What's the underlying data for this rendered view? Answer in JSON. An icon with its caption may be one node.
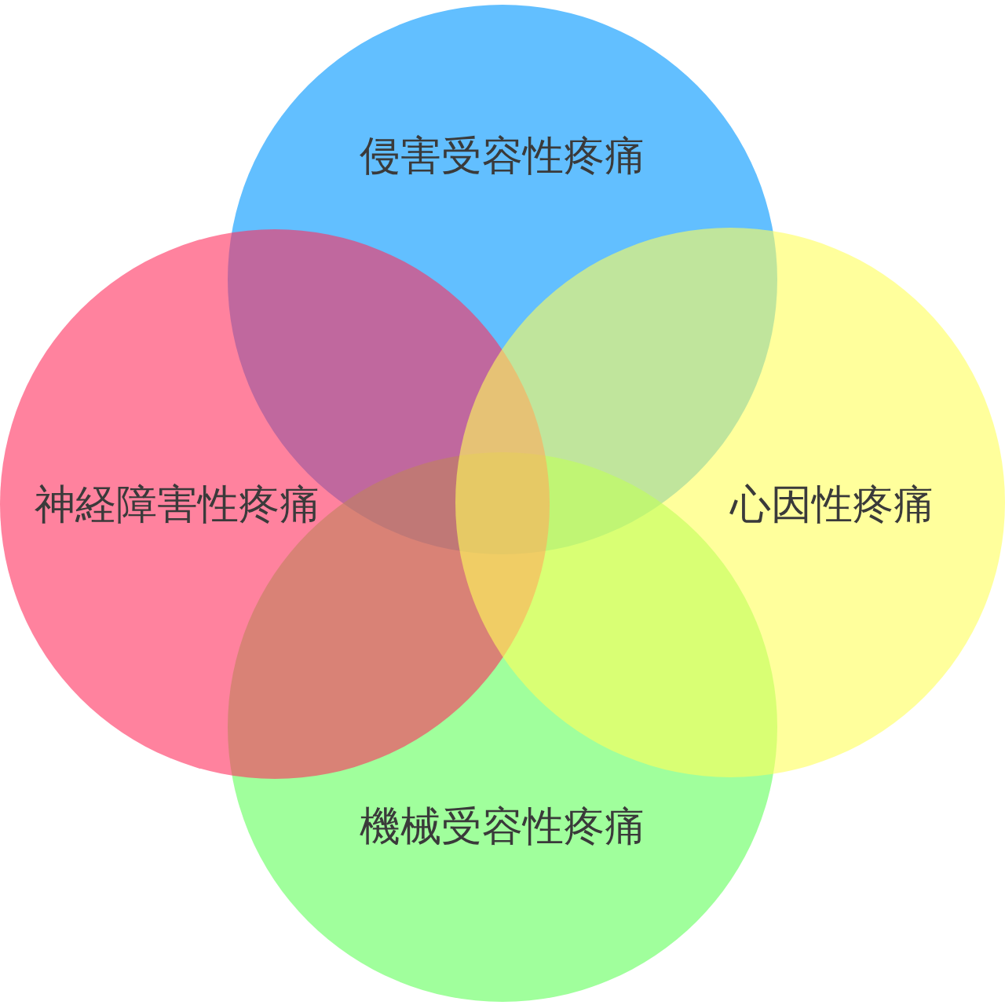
{
  "diagram": {
    "nodes": [
      {
        "text": [
          "侵害受容性疼痛"
        ]
      },
      {
        "text": [
          "神経障害性疼痛"
        ]
      },
      {
        "text": [
          "心因性疼痛"
        ]
      },
      {
        "text": [
          "機械受容性疼痛"
        ]
      }
    ]
  }
}
